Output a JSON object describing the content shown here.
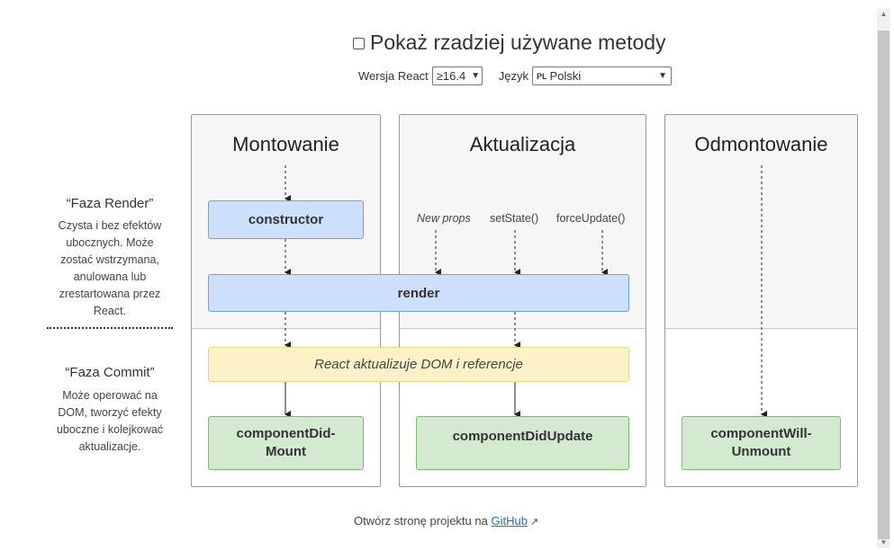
{
  "toggle": {
    "label": "Pokaż rzadziej używane metody",
    "checked": false
  },
  "version_select": {
    "label": "Wersja React",
    "value": "≥16.4"
  },
  "language_select": {
    "label": "Język",
    "flag": "PL",
    "value": "Polski"
  },
  "phases": {
    "mounting": {
      "title": "Montowanie"
    },
    "updating": {
      "title": "Aktualizacja"
    },
    "unmounting": {
      "title": "Odmontowanie"
    }
  },
  "nodes": {
    "constructor": "constructor",
    "render": "render",
    "dom_update": "React aktualizuje DOM i referencje",
    "did_mount": [
      "componentDid-",
      "Mount"
    ],
    "did_update": "componentDidUpdate",
    "will_unmount": [
      "componentWill-",
      "Unmount"
    ]
  },
  "triggers": {
    "new_props": "New props",
    "set_state": "setState()",
    "force_update": "forceUpdate()"
  },
  "render_phase": {
    "title": "“Faza Render”",
    "description": [
      "Czysta i bez efektów",
      "ubocznych. Może",
      "zostać wstrzymana,",
      "anulowana lub",
      "zrestartowana przez",
      "React."
    ]
  },
  "commit_phase": {
    "title": "“Faza Commit”",
    "description": [
      "Może operować na",
      "DOM, tworzyć efekty",
      "uboczne i kolejkować",
      "aktualizacje."
    ]
  },
  "footer": {
    "text": "Otwórz stronę projektu na ",
    "link_label": "GitHub"
  },
  "colors": {
    "blue_fill": "#cce0fb",
    "yellow_fill": "#fdf2c7",
    "green_fill": "#d3ead0",
    "panel_top": "#f6f6f6"
  }
}
